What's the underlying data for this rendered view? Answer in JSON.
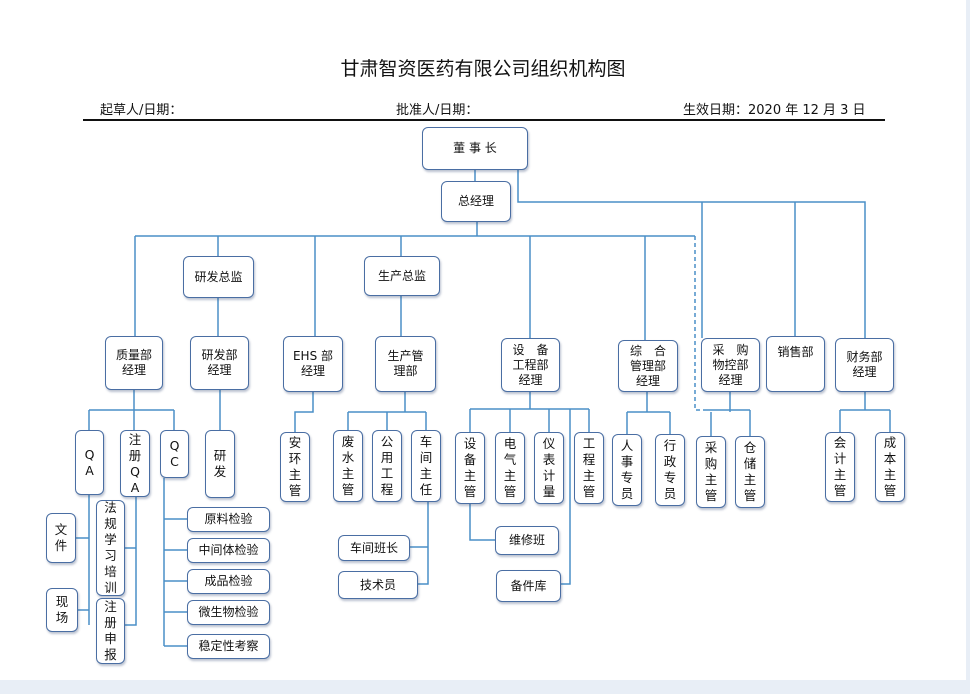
{
  "header": {
    "title": "甘肃智资医药有限公司组织机构图",
    "drafter_label": "起草人/日期：",
    "approver_label": "批准人/日期：",
    "effective_label": "生效日期：2020 年 12 月 3 日"
  },
  "org": {
    "chairman": "董 事 长",
    "gm": "总经理",
    "rd_director": "研发总监",
    "prod_director": "生产总监",
    "qa_mgr": "质量部\n经理",
    "rd_mgr": "研发部\n经理",
    "ehs_mgr": "EHS 部\n经理",
    "prod_mgmt": "生产管\n理部",
    "eng_mgr": "设　备\n工程部\n经理",
    "admin_mgr": "综　合\n管理部\n经理",
    "purchase_mgr": "采　购\n物控部\n经理",
    "sales": "销售部",
    "finance_mgr": "财务部\n经理",
    "qa": "QA",
    "reg_qa": "注册QA",
    "qc": "QC",
    "rd": "研发",
    "safety": "安环主管",
    "waste_water": "废水主管",
    "utilities": "公用工程",
    "workshop_dir": "车间主任",
    "equip_sup": "设备主管",
    "elec_sup": "电气主管",
    "instrument": "仪表计量",
    "eng_sup": "工程主管",
    "hr": "人事专员",
    "admin": "行政专员",
    "purchase_sup": "采购主管",
    "warehouse_sup": "仓储主管",
    "accounting_sup": "会计主管",
    "cost_sup": "成本主管",
    "docs": "文件",
    "onsite": "现场",
    "reg_training": "法规学习培训",
    "reg_filing": "注册申报",
    "raw_test": "原料检验",
    "intermediate_test": "中间体检验",
    "product_test": "成品检验",
    "micro_test": "微生物检验",
    "stability": "稳定性考察",
    "shift_leader": "车间班长",
    "technician": "技术员",
    "maintenance": "维修班",
    "spare_parts": "备件库"
  },
  "colors": {
    "line": "#4a8fc7",
    "border": "#4a6ea3"
  }
}
